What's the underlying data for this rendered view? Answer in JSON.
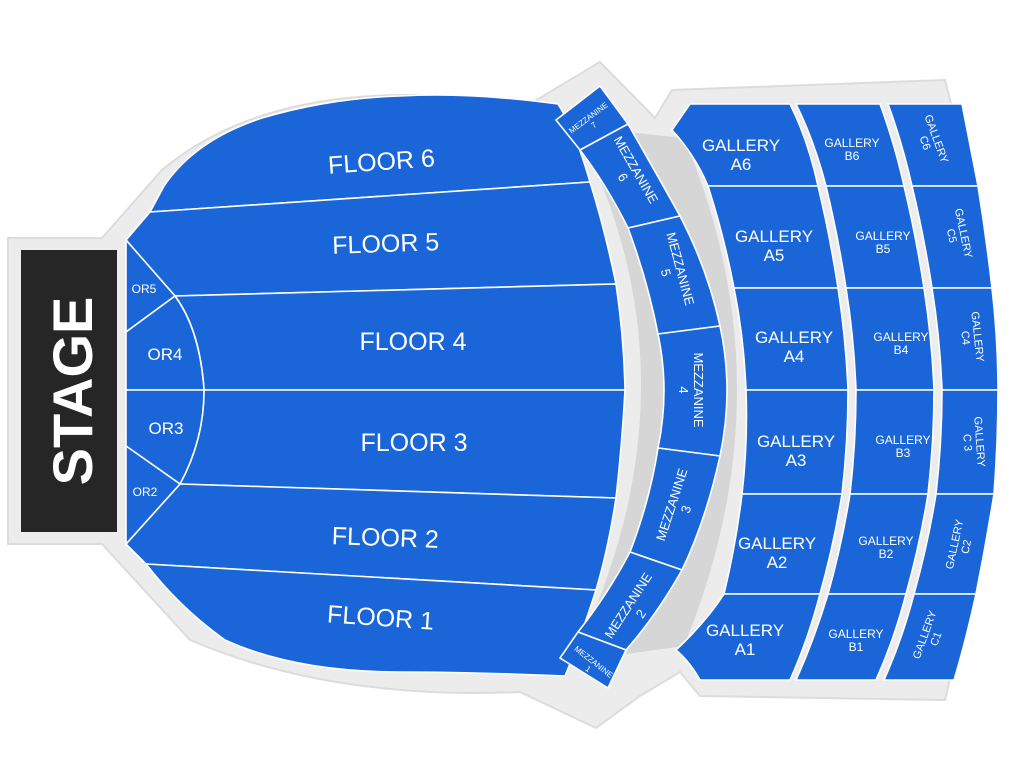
{
  "stage": {
    "label": "STAGE"
  },
  "sections": {
    "floor": [
      "FLOOR 6",
      "FLOOR 5",
      "FLOOR 4",
      "FLOOR 3",
      "FLOOR 2",
      "FLOOR 1"
    ],
    "orchestra": [
      "OR5",
      "OR4",
      "OR3",
      "OR2"
    ],
    "mezzanine": [
      [
        "MEZZANINE",
        "7"
      ],
      [
        "MEZZANINE",
        "6"
      ],
      [
        "MEZZANINE",
        "5"
      ],
      [
        "MEZZANINE",
        "4"
      ],
      [
        "MEZZANINE",
        "3"
      ],
      [
        "MEZZANINE",
        "2"
      ],
      [
        "MEZZANINE",
        "1"
      ]
    ],
    "gallery_a": [
      [
        "GALLERY",
        "A6"
      ],
      [
        "GALLERY",
        "A5"
      ],
      [
        "GALLERY",
        "A4"
      ],
      [
        "GALLERY",
        "A3"
      ],
      [
        "GALLERY",
        "A2"
      ],
      [
        "GALLERY",
        "A1"
      ]
    ],
    "gallery_b": [
      [
        "GALLERY",
        "B6"
      ],
      [
        "GALLERY",
        "B5"
      ],
      [
        "GALLERY",
        "B4"
      ],
      [
        "GALLERY",
        "B3"
      ],
      [
        "GALLERY",
        "B2"
      ],
      [
        "GALLERY",
        "B1"
      ]
    ],
    "gallery_c": [
      [
        "GALLERY",
        "C6"
      ],
      [
        "GALLERY",
        "C5"
      ],
      [
        "GALLERY",
        "C4"
      ],
      [
        "GALLERY",
        "C 3"
      ],
      [
        "GALLERY",
        "C2"
      ],
      [
        "GALLERY",
        "C1"
      ]
    ]
  },
  "colors": {
    "section": "#1a66d9",
    "stage": "#262626",
    "shell": "#ececec",
    "aisle": "#d6d6d6"
  }
}
